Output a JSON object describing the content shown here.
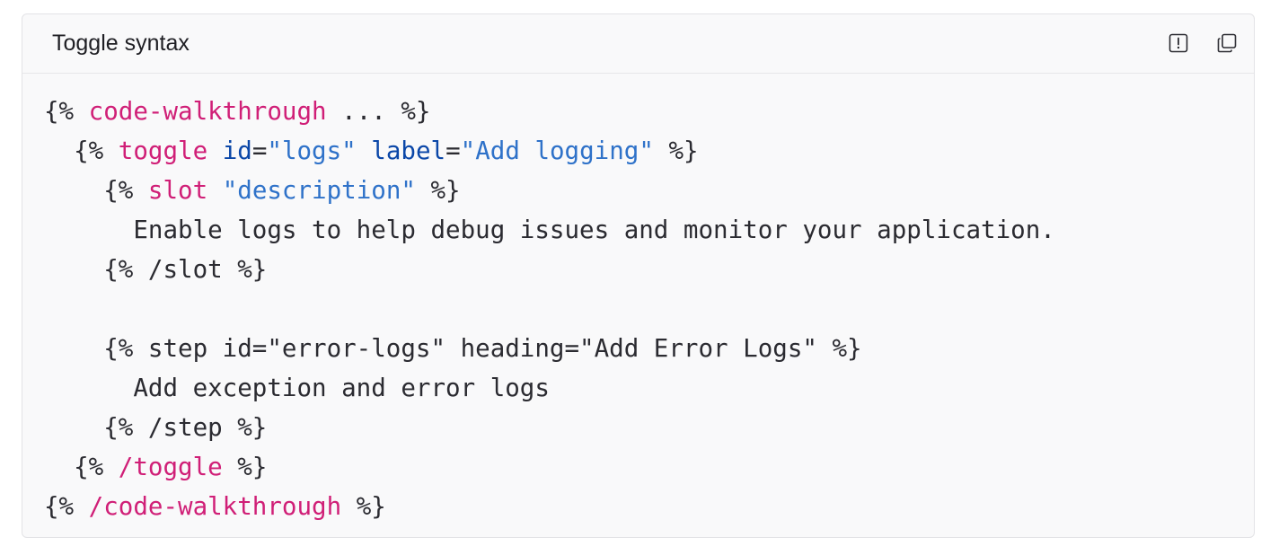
{
  "header": {
    "title": "Toggle syntax",
    "report_icon": "report-issue-icon",
    "copy_icon": "copy-icon"
  },
  "colors": {
    "tag_name": "#d01f77",
    "attr_name": "#0b47a8",
    "string": "#2f72c9",
    "text": "#2b2b31"
  },
  "code": {
    "lines": [
      [
        {
          "t": "{% ",
          "k": "punc"
        },
        {
          "t": "code-walkthrough",
          "k": "name"
        },
        {
          "t": " ... %}",
          "k": "punc"
        }
      ],
      [
        {
          "t": "  {% ",
          "k": "punc"
        },
        {
          "t": "toggle",
          "k": "name"
        },
        {
          "t": " ",
          "k": "punc"
        },
        {
          "t": "id",
          "k": "attr"
        },
        {
          "t": "=",
          "k": "punc"
        },
        {
          "t": "\"logs\"",
          "k": "str"
        },
        {
          "t": " ",
          "k": "punc"
        },
        {
          "t": "label",
          "k": "attr"
        },
        {
          "t": "=",
          "k": "punc"
        },
        {
          "t": "\"Add logging\"",
          "k": "str"
        },
        {
          "t": " %}",
          "k": "punc"
        }
      ],
      [
        {
          "t": "    {% ",
          "k": "punc"
        },
        {
          "t": "slot",
          "k": "name"
        },
        {
          "t": " ",
          "k": "punc"
        },
        {
          "t": "\"description\"",
          "k": "str"
        },
        {
          "t": " %}",
          "k": "punc"
        }
      ],
      [
        {
          "t": "      Enable logs to help debug issues and monitor your application.",
          "k": "punc"
        }
      ],
      [
        {
          "t": "    {% /slot %}",
          "k": "punc"
        }
      ],
      [
        {
          "t": "",
          "k": "punc"
        }
      ],
      [
        {
          "t": "    {% step id=\"error-logs\" heading=\"Add Error Logs\" %}",
          "k": "punc"
        }
      ],
      [
        {
          "t": "      Add exception and error logs",
          "k": "punc"
        }
      ],
      [
        {
          "t": "    {% /step %}",
          "k": "punc"
        }
      ],
      [
        {
          "t": "  {% ",
          "k": "punc"
        },
        {
          "t": "/toggle",
          "k": "name"
        },
        {
          "t": " %}",
          "k": "punc"
        }
      ],
      [
        {
          "t": "{% ",
          "k": "punc"
        },
        {
          "t": "/code-walkthrough",
          "k": "name"
        },
        {
          "t": " %}",
          "k": "punc"
        }
      ]
    ]
  }
}
